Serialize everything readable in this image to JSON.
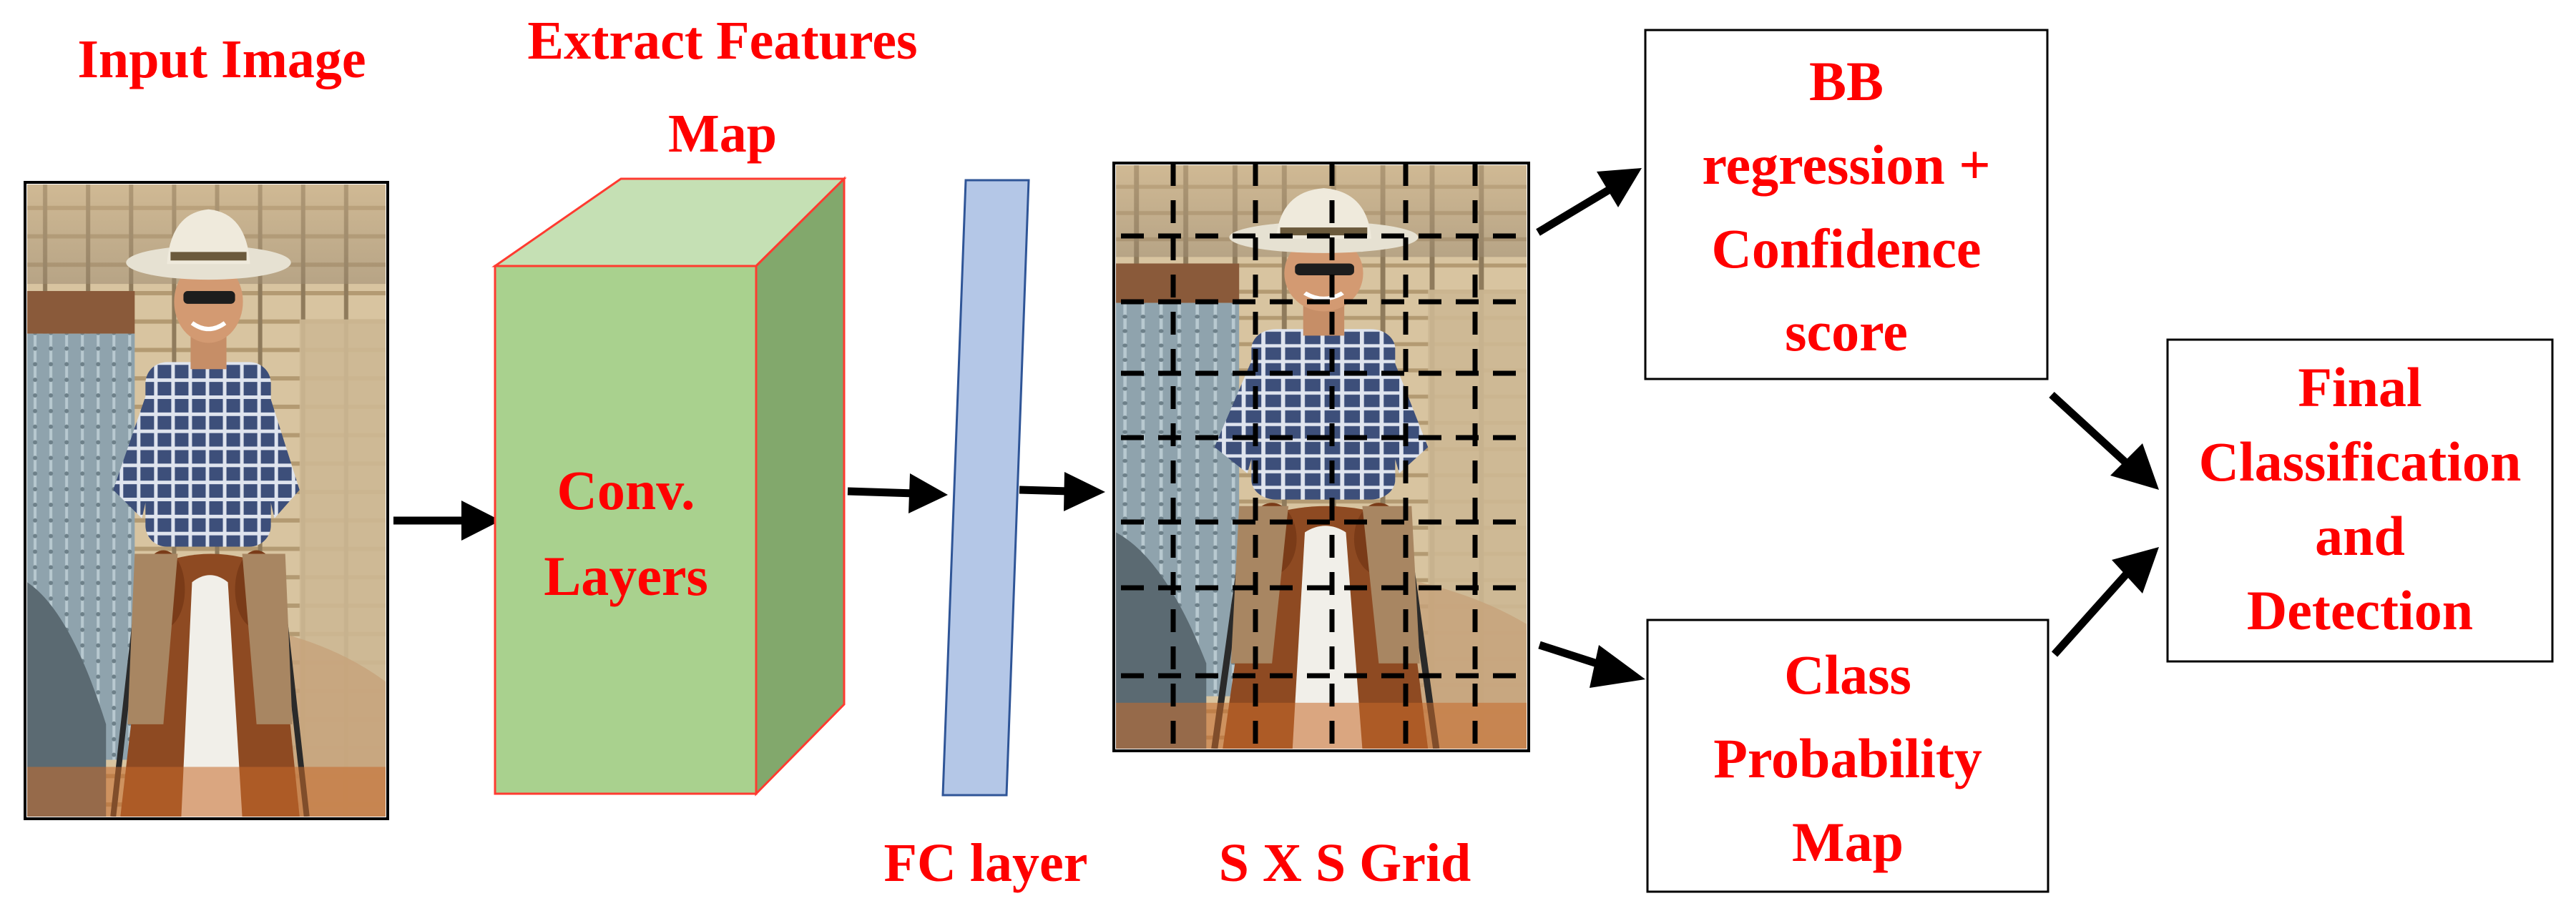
{
  "labels": {
    "input_image": "Input Image",
    "extract_line1": "Extract Features",
    "extract_line2": "Map",
    "conv_line1": "Conv.",
    "conv_line2": "Layers",
    "fc_layer": "FC layer",
    "grid": "S X S Grid",
    "bb_line1": "BB",
    "bb_line2": "regression +",
    "bb_line3": "Confidence",
    "bb_line4": "score",
    "class_line1": "Class",
    "class_line2": "Probability",
    "class_line3": "Map",
    "final_line1": "Final",
    "final_line2": "Classification",
    "final_line3": "and",
    "final_line4": "Detection"
  },
  "colors": {
    "label_text": "#ff0000",
    "conv_front": "#a9d18e",
    "conv_top": "#c5e0b4",
    "conv_side": "#82a86c",
    "conv_edge": "#ff3b30",
    "fc_fill": "#b4c7e7",
    "fc_stroke": "#2f5597"
  },
  "icons": {
    "input_photo": "cowboy-on-horse-photo",
    "grid_photo": "cowboy-on-horse-photo-with-grid"
  }
}
